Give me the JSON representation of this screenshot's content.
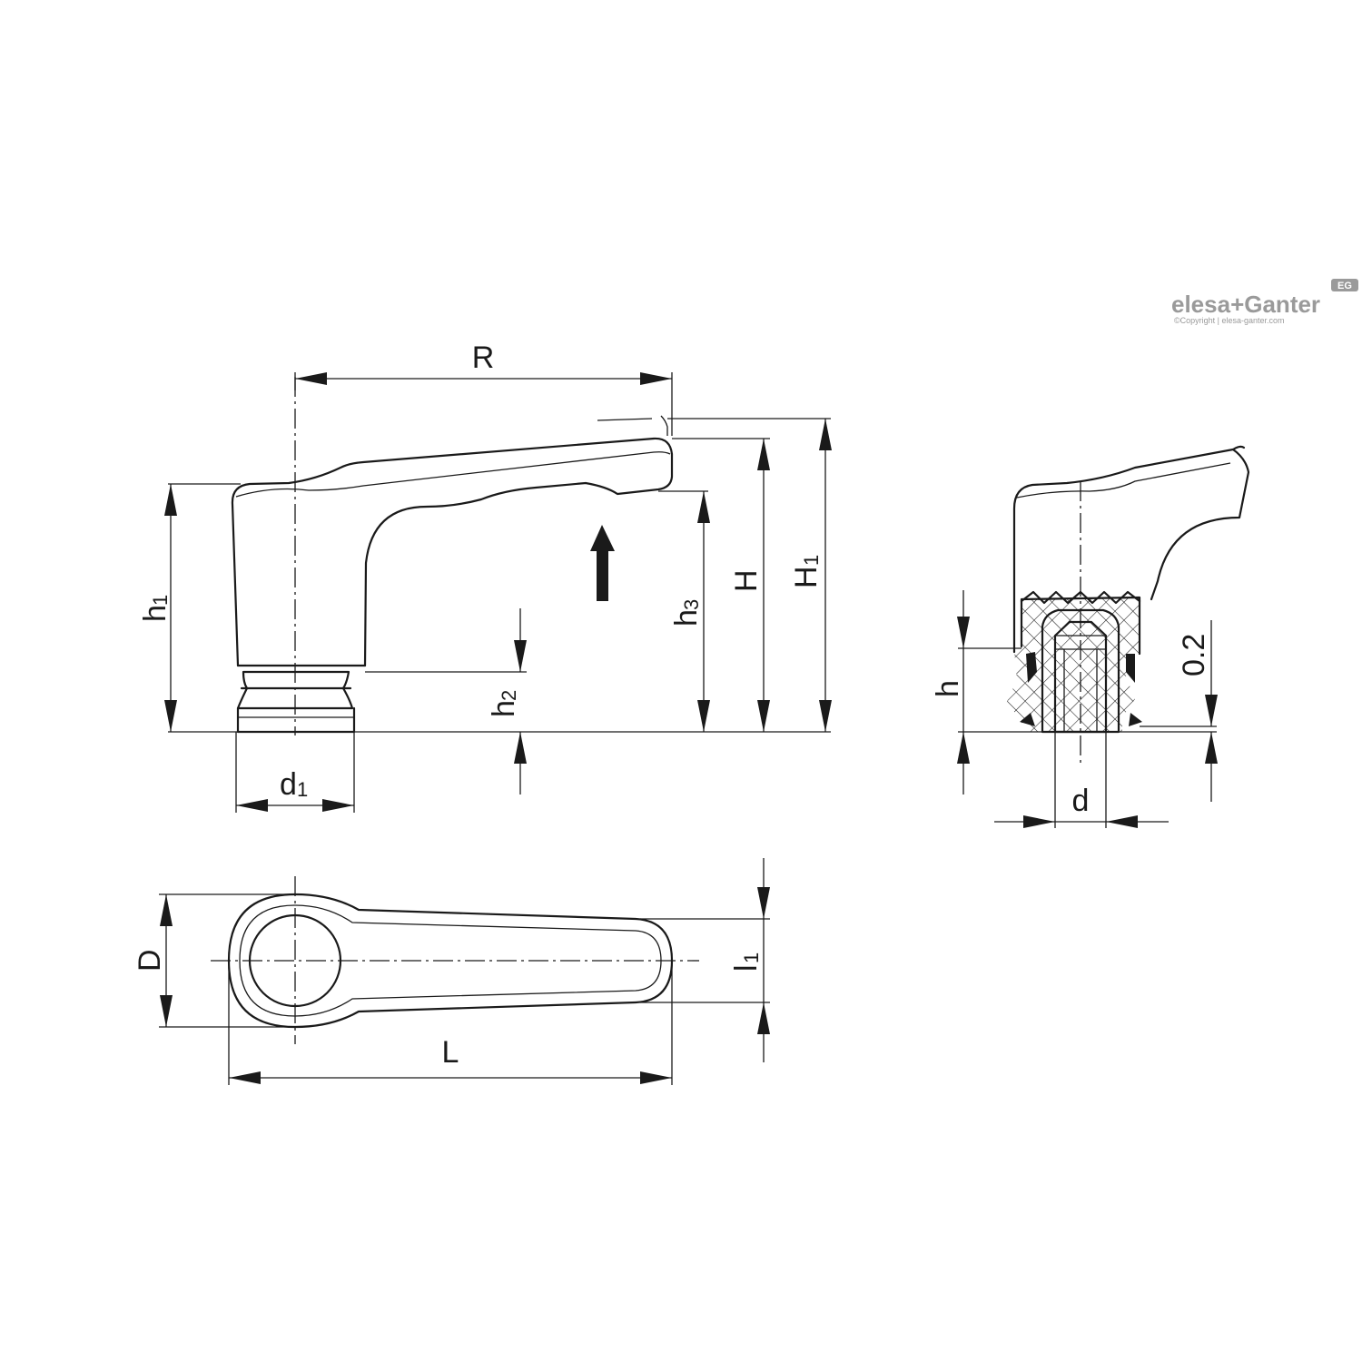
{
  "labels": {
    "R": "R",
    "h1": "h",
    "h1_sub": "1",
    "h2": "h",
    "h2_sub": "2",
    "h3": "h",
    "h3_sub": "3",
    "H": "H",
    "H1": "H",
    "H1_sub": "1",
    "d1": "d",
    "d1_sub": "1",
    "h": "h",
    "d": "d",
    "tol": "0.2",
    "D": "D",
    "L": "L",
    "l1": "l",
    "l1_sub": "1"
  },
  "logo": {
    "brand": "elesa+Ganter",
    "badge": "EG",
    "copyright": "©Copyright | elesa-ganter.com"
  },
  "colors": {
    "line": "#1a1a1a",
    "logo": "#9a9a9a"
  },
  "icons": [
    "push-direction-arrow"
  ]
}
